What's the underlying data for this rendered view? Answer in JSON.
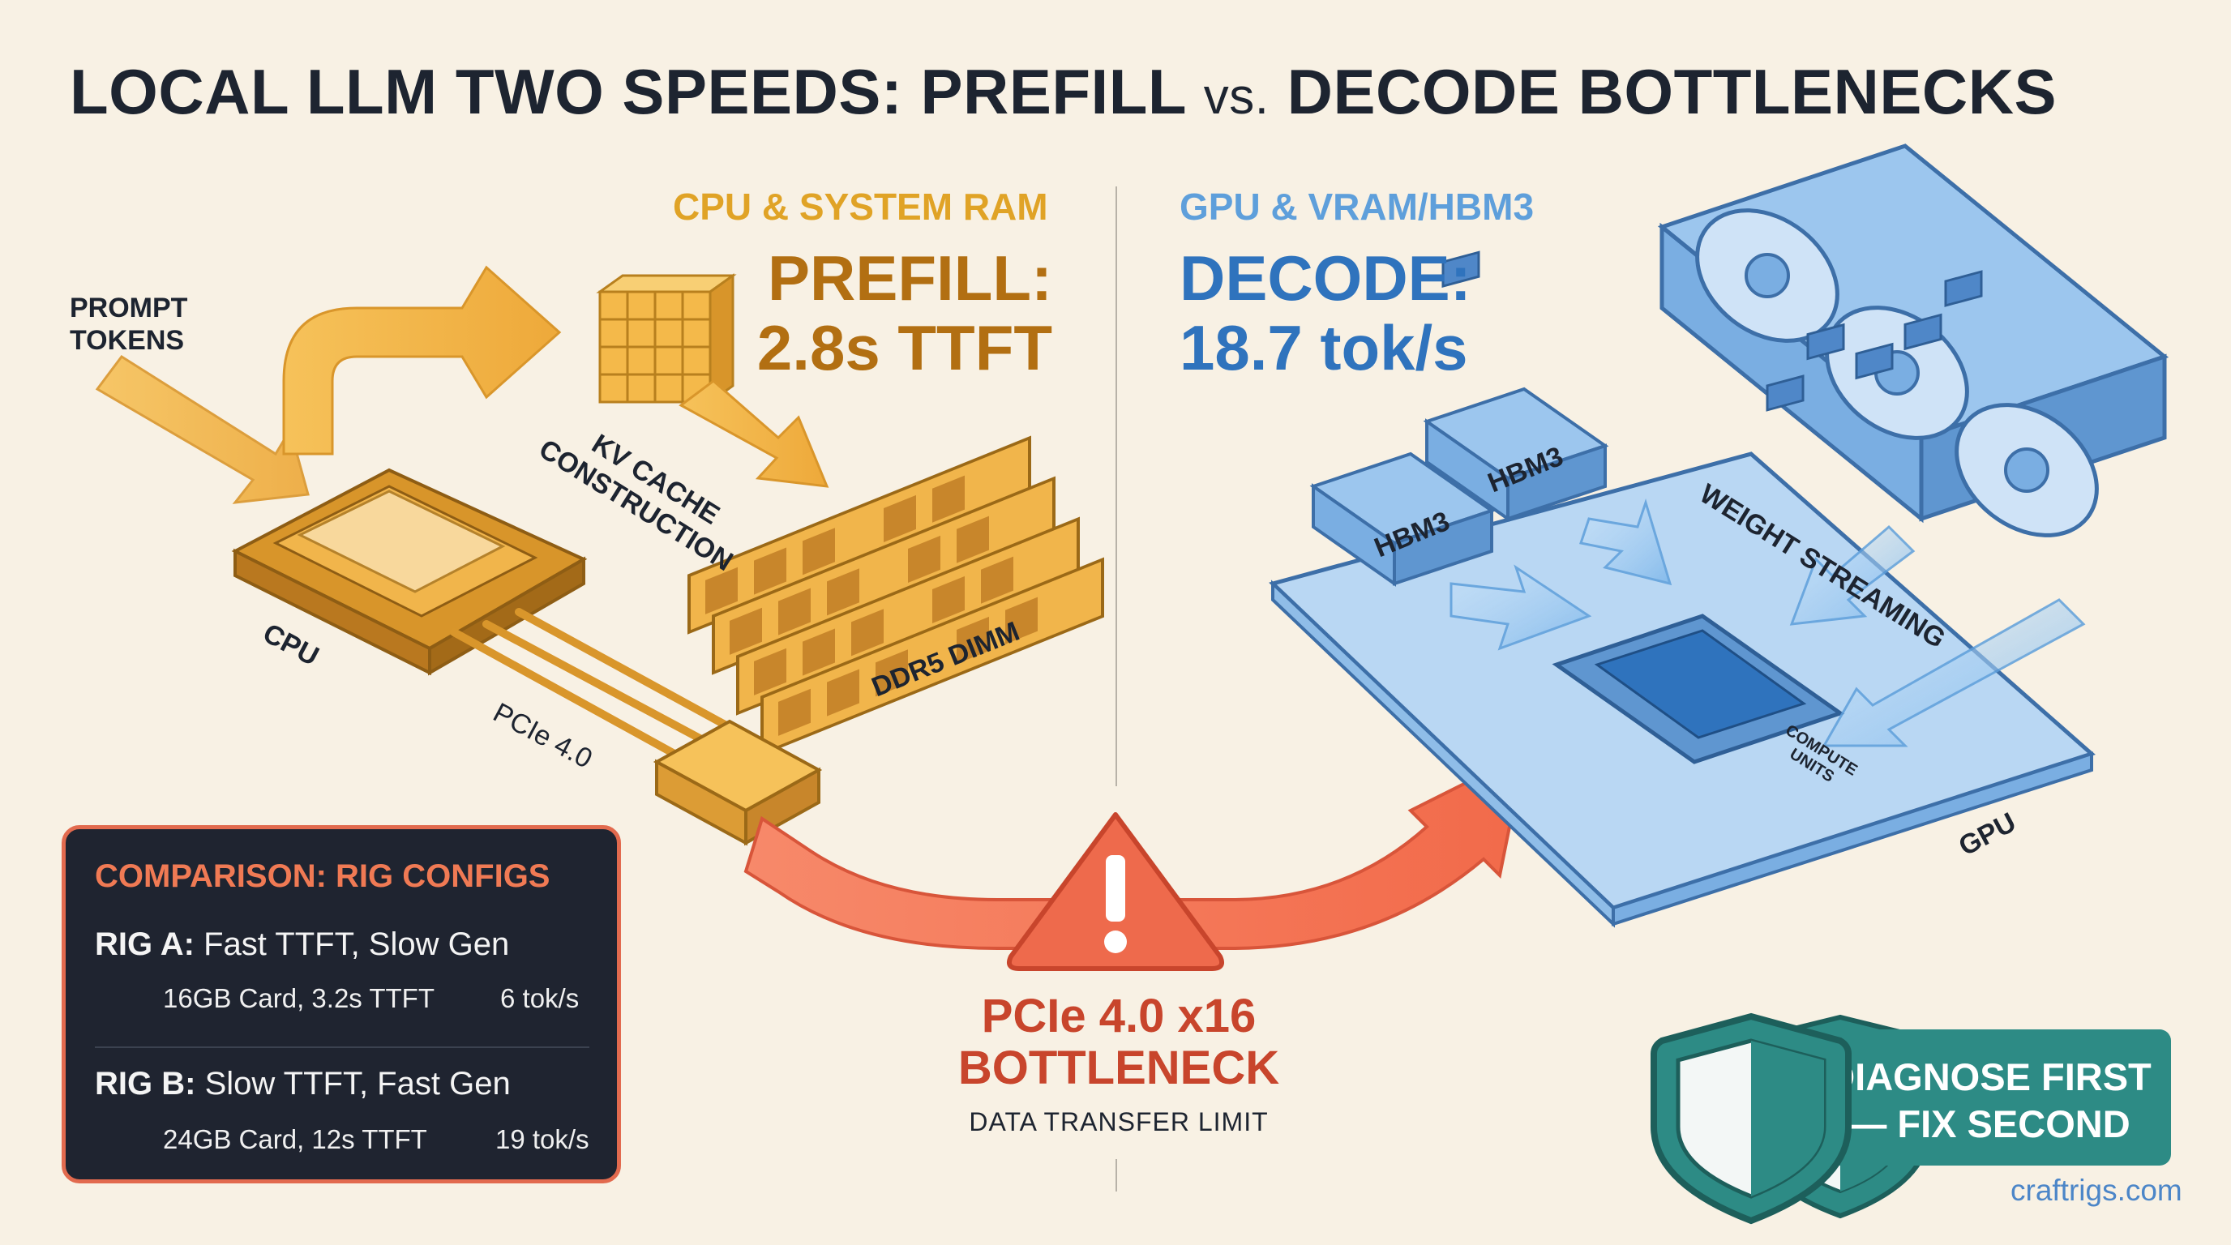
{
  "title": {
    "part1": "LOCAL LLM TWO SPEEDS: PREFILL ",
    "vs": "vs.",
    "part2": " DECODE BOTTLENECKS"
  },
  "cpu_section": {
    "header": "CPU & SYSTEM RAM",
    "metric_label": "PREFILL:",
    "metric_value": "2.8s TTFT"
  },
  "gpu_section": {
    "header": "GPU & VRAM/HBM3",
    "metric_label": "DECODE:",
    "metric_value": "18.7 tok/s"
  },
  "labels": {
    "prompt_line1": "PROMPT",
    "prompt_line2": "TOKENS",
    "kv_line1": "KV CACHE",
    "kv_line2": "CONSTRUCTION",
    "cpu": "CPU",
    "ddr5": "DDR5 DIMM",
    "pcie": "PCIe 4.0",
    "hbm3_a": "HBM3",
    "hbm3_b": "HBM3",
    "weight_streaming": "WEIGHT STREAMING",
    "compute_line1": "COMPUTE",
    "compute_line2": "UNITS",
    "gpu": "GPU"
  },
  "bottleneck": {
    "line1": "PCIe 4.0 x16",
    "line2": "BOTTLENECK",
    "sub": "DATA TRANSFER LIMIT"
  },
  "comparison": {
    "header": "COMPARISON: RIG CONFIGS",
    "rigs": [
      {
        "name": "RIG A:",
        "desc": "Fast TTFT, Slow Gen",
        "spec": "16GB Card, 3.2s TTFT",
        "rate": "6 tok/s",
        "status": "fail",
        "card_color": "#3fae58"
      },
      {
        "name": "RIG B:",
        "desc": "Slow TTFT, Fast Gen",
        "spec": "24GB Card, 12s TTFT",
        "rate": "19 tok/s",
        "status": "pass",
        "card_color": "#e06b4a"
      }
    ]
  },
  "callout": {
    "line1": "DIAGNOSE FIRST",
    "line2": "— FIX SECOND"
  },
  "footer": "craftrigs.com",
  "colors": {
    "cpu_accent": "#e0a326",
    "cpu_dark": "#b26f12",
    "gpu_accent": "#5e9fdb",
    "gpu_dark": "#2f73bd",
    "alert": "#e4583b",
    "teal": "#2d8b85"
  }
}
